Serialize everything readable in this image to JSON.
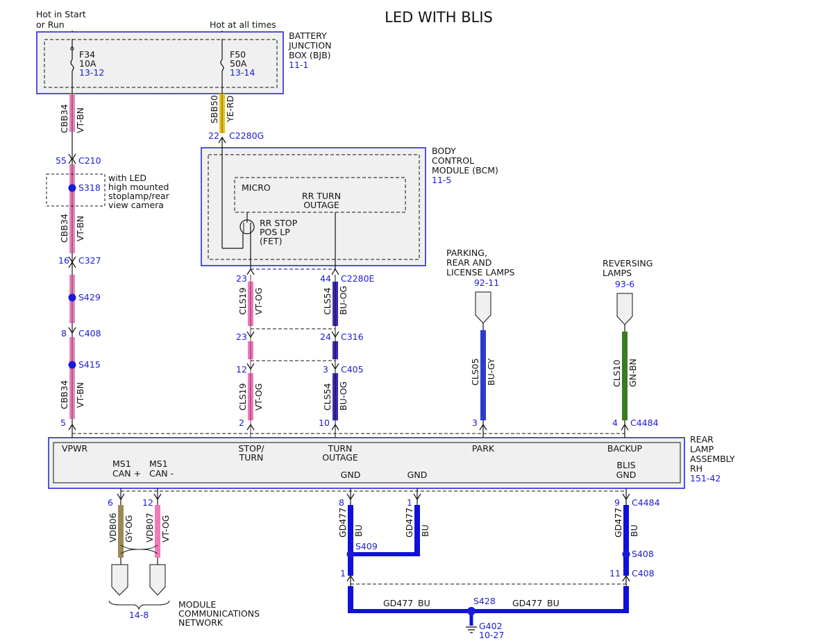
{
  "title": "LED WITH BLIS",
  "colors": {
    "blue_ref": "#1a1ad6",
    "vt_bn": "#e585b8",
    "vt_og": "#f07ab6",
    "bu": "#1010d8",
    "bu_og": "#3a2bb8",
    "bu_gy": "#2a3cd0",
    "gn_bn": "#3c7a24",
    "ye_rd": "#e8c21a",
    "gy_og": "#9a8a58",
    "box_fill": "#f0f0f0"
  },
  "power": {
    "hot_start_l1": "Hot in Start",
    "hot_start_l2": "or Run",
    "hot_always": "Hot at all times"
  },
  "bjb": {
    "l1": "BATTERY",
    "l2": "JUNCTION",
    "l3": "BOX (BJB)",
    "ref": "11-1",
    "f34": {
      "name": "F34",
      "rating": "10A",
      "ref": "13-12"
    },
    "f50": {
      "name": "F50",
      "rating": "50A",
      "ref": "13-14"
    }
  },
  "bcm": {
    "l1": "BODY",
    "l2": "CONTROL",
    "l3": "MODULE (BCM)",
    "ref": "11-5",
    "micro": "MICRO",
    "rr_turn_l1": "RR TURN",
    "rr_turn_l2": "OUTAGE",
    "fet_l1": "RR STOP",
    "fet_l2": "POS LP",
    "fet_l3": "(FET)"
  },
  "wires": {
    "cbb34": "CBB34",
    "vt_bn": "VT-BN",
    "sbb50": "SBB50",
    "ye_rd": "YE-RD",
    "cls19": "CLS19",
    "vt_og": "VT-OG",
    "cls54": "CLS54",
    "bu_og": "BU-OG",
    "cls05": "CLS05",
    "bu_gy": "BU-GY",
    "cls10": "CLS10",
    "gn_bn": "GN-BN",
    "vdb06": "VDB06",
    "gy_og": "GY-OG",
    "vdb07": "VDB07",
    "gd477": "GD477",
    "bu": "BU"
  },
  "connectors": {
    "c2280g_pin": "22",
    "c2280g": "C2280G",
    "c210_pin": "55",
    "c210": "C210",
    "s318": "S318",
    "s318_note_l1": "with LED",
    "s318_note_l2": "high mounted",
    "s318_note_l3": "stoplamp/rear",
    "s318_note_l4": "view camera",
    "c327_pin": "16",
    "c327": "C327",
    "s429": "S429",
    "c408_pin": "8",
    "c408": "C408",
    "s415": "S415",
    "c2280e_pin19": "23",
    "c2280e_pin54": "44",
    "c2280e": "C2280E",
    "c316_pin19": "23",
    "c316_pin54": "24",
    "c316": "C316",
    "c405_pin19": "12",
    "c405_pin54": "3",
    "c405": "C405",
    "c4484": "C4484",
    "pin_vpwr": "5",
    "pin_stop": "2",
    "pin_turn": "10",
    "pin_park": "3",
    "pin_backup": "4",
    "pin_can_h": "6",
    "pin_can_l": "12",
    "pin_gnd1": "8",
    "pin_gnd2": "1",
    "pin_blis": "9",
    "s409": "S409",
    "s408": "S408",
    "c408b_pin_left": "1",
    "c408b_pin_right": "11",
    "c408b": "C408",
    "s428": "S428",
    "g402": "G402",
    "g402_ref": "10-27"
  },
  "remote": {
    "park_l1": "PARKING,",
    "park_l2": "REAR AND",
    "park_l3": "LICENSE LAMPS",
    "park_ref": "92-11",
    "rev_l1": "REVERSING",
    "rev_l2": "LAMPS",
    "rev_ref": "93-6",
    "mcn_l1": "MODULE",
    "mcn_l2": "COMMUNICATIONS",
    "mcn_l3": "NETWORK",
    "mcn_ref": "14-8"
  },
  "rear_lamp": {
    "l1": "REAR",
    "l2": "LAMP",
    "l3": "ASSEMBLY",
    "l4": "RH",
    "ref": "151-42",
    "vpwr": "VPWR",
    "ms1": "MS1",
    "can_h": "CAN +",
    "can_l": "CAN -",
    "stop_l1": "STOP/",
    "stop_l2": "TURN",
    "turn_l1": "TURN",
    "turn_l2": "OUTAGE",
    "gnd": "GND",
    "park": "PARK",
    "backup": "BACKUP",
    "blis_l1": "BLIS",
    "blis_l2": "GND"
  }
}
